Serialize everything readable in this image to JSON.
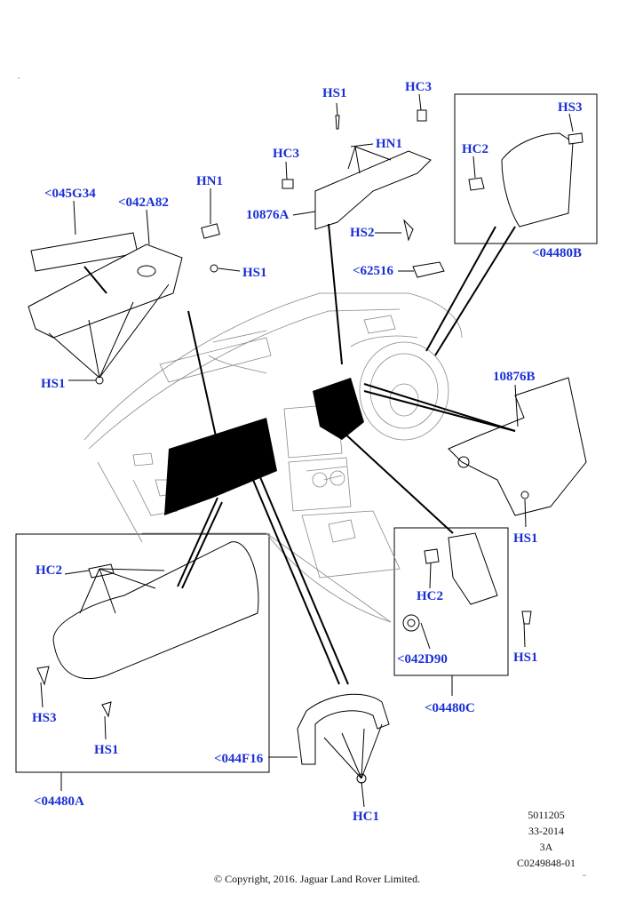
{
  "callouts": {
    "hs1_top": "HS1",
    "hc3_top": "HC3",
    "hc3_left": "HC3",
    "hn1_bracket": "HN1",
    "hs3_right": "HS3",
    "hc2_right": "HC2",
    "p045g34": "<045G34",
    "p042a82": "<042A82",
    "hn1_left": "HN1",
    "hs1_left_mid": "HS1",
    "p10876a": "10876A",
    "hs2": "HS2",
    "p62516": "<62516",
    "p04480b": "<04480B",
    "hs1_left": "HS1",
    "p10876b": "10876B",
    "hs1_right_mid": "HS1",
    "hc2_left": "HC2",
    "hs3_left": "HS3",
    "hs1_boxA": "HS1",
    "p04480a": "<04480A",
    "hc2_boxC": "HC2",
    "p042d90": "<042D90",
    "hs1_boxC": "HS1",
    "p04480c": "<04480C",
    "p044f16": "<044F16",
    "hc1": "HC1"
  },
  "info_block": {
    "line1": "5011205",
    "line2": "33-2014",
    "line3": "3A",
    "line4": "C0249848-01"
  },
  "copyright": "© Copyright, 2016. Jaguar Land Rover Limited.",
  "colors": {
    "label": "#1a2fd6",
    "line": "#000000"
  }
}
